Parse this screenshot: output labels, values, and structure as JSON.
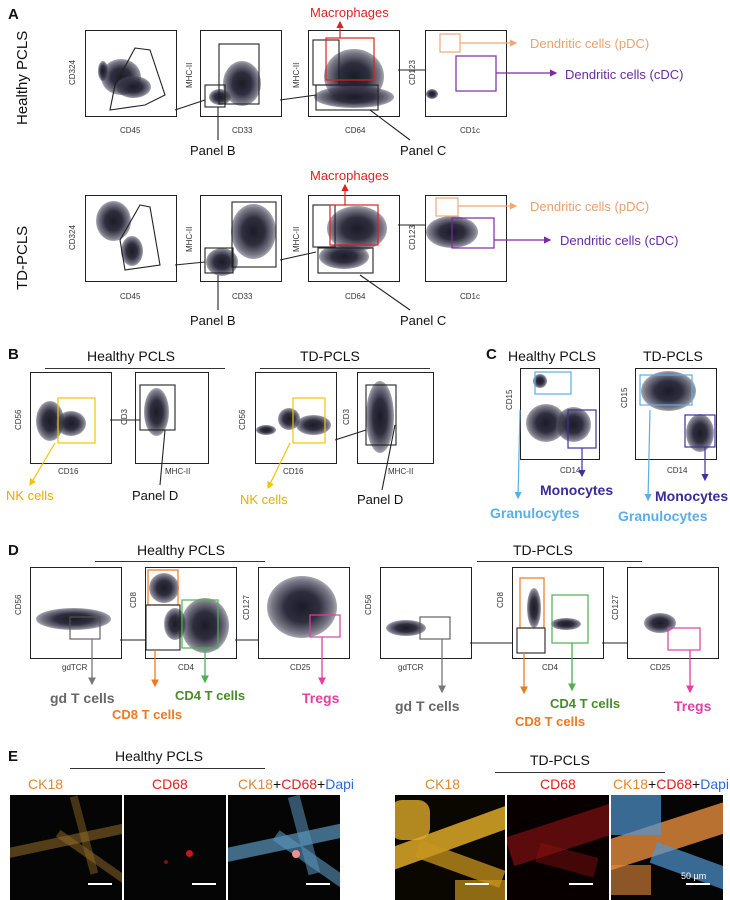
{
  "panels": {
    "A": "A",
    "B": "B",
    "C": "C",
    "D": "D",
    "E": "E"
  },
  "panel_a": {
    "row1_label": "Healthy PCLS",
    "row2_label": "TD-PCLS",
    "axes": {
      "cd324": "CD324",
      "cd45": "CD45",
      "mhc": "MHC-II",
      "cd33": "CD33",
      "cd64": "CD64",
      "cd123": "CD123",
      "cd1c": "CD1c"
    },
    "macrophages": "Macrophages",
    "pdc": "Dendritic cells (pDC)",
    "cdc": "Dendritic cells (cDC)",
    "panel_b": "Panel B",
    "panel_c": "Panel C"
  },
  "panel_b": {
    "healthy": "Healthy PCLS",
    "td": "TD-PCLS",
    "axes": {
      "cd56": "CD56",
      "cd16": "CD16",
      "cd3": "CD3",
      "mhc": "MHC-II"
    },
    "nk": "NK cells",
    "panel_d": "Panel D"
  },
  "panel_c": {
    "healthy": "Healthy PCLS",
    "td": "TD-PCLS",
    "axes": {
      "cd15": "CD15",
      "cd14": "CD14"
    },
    "monocytes": "Monocytes",
    "granulocytes": "Granulocytes"
  },
  "panel_d": {
    "healthy": "Healthy PCLS",
    "td": "TD-PCLS",
    "axes": {
      "cd56": "CD56",
      "gdtcr": "gdTCR",
      "cd8": "CD8",
      "cd4": "CD4",
      "cd127": "CD127",
      "cd25": "CD25"
    },
    "gd": "gd T cells",
    "cd8t": "CD8 T cells",
    "cd4t": "CD4 T cells",
    "tregs": "Tregs"
  },
  "panel_e": {
    "healthy": "Healthy PCLS",
    "td": "TD-PCLS",
    "ck18": "CK18",
    "cd68": "CD68",
    "merge_ck18": "CK18",
    "merge_plus1": "+",
    "merge_cd68": "CD68",
    "merge_plus2": "+",
    "merge_dapi": "Dapi",
    "scale": "50 µm"
  },
  "colors": {
    "macrophage_gate": "#e02020",
    "pdc_gate": "#f0a878",
    "cdc_gate": "#7a2aa8",
    "nk_gate": "#f2c400",
    "gran_gate": "#5aaee8",
    "mono_gate": "#4030a0",
    "gd_arrow": "#777777",
    "cd8_gate": "#f07820",
    "cd4_gate": "#4caf50",
    "cd4_text": "#4a8a2a",
    "treg_gate": "#e040a0",
    "ck18_text": "#e08830",
    "cd68_text": "#e02020",
    "dapi_text": "#2a6ad8"
  }
}
